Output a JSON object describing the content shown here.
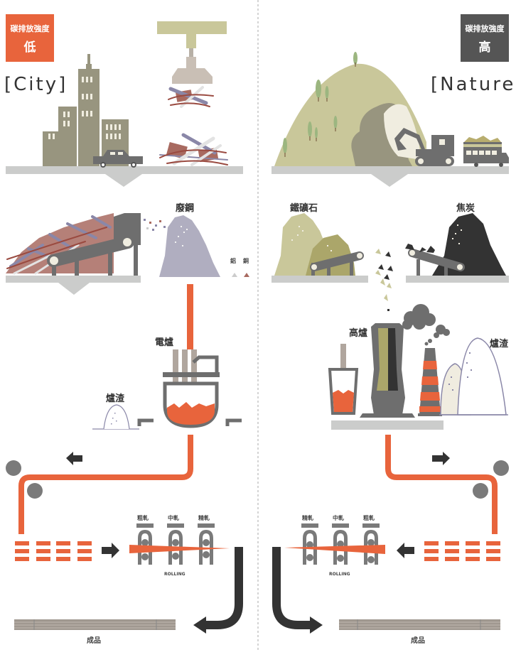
{
  "divider": {
    "style": "dashed"
  },
  "city": {
    "badge": {
      "line1": "碳排放強度",
      "line2": "低",
      "color": "#e8643c"
    },
    "title": "[City]",
    "labels": {
      "scrap_steel": "廢鋼",
      "aluminum": "鋁",
      "copper": "銅",
      "eaf": "電爐",
      "slag": "爐渣",
      "rolling_stages": [
        "粗軋",
        "中軋",
        "精軋"
      ],
      "rolling": "ROLLING",
      "product": "成品"
    }
  },
  "nature": {
    "badge": {
      "line1": "碳排放強度",
      "line2": "高",
      "color": "#555555"
    },
    "title": "[Nature]",
    "labels": {
      "iron_ore": "鐵礦石",
      "coke": "焦炭",
      "blast_furnace": "高爐",
      "slag": "爐渣",
      "rolling_stages": [
        "精軋",
        "中軋",
        "粗軋"
      ],
      "rolling": "ROLLING",
      "product": "成品"
    }
  },
  "colors": {
    "orange": "#e8643c",
    "dark": "#333333",
    "gray": "#6e6e6e",
    "ground": "#cbcccb",
    "building": "#98957f",
    "hill": "#c9c79a",
    "scrap_pile": "#b0aec0"
  }
}
